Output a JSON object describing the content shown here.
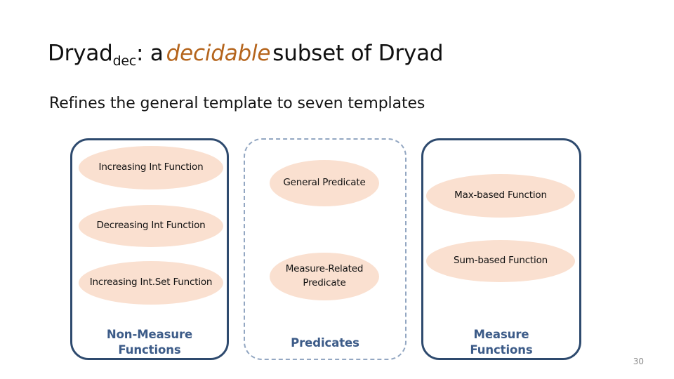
{
  "slide": {
    "title": {
      "base": "Dryad",
      "subscript": "dec",
      "after_subscript": ": a",
      "emphasis": "decidable",
      "tail": "subset of Dryad"
    },
    "subtitle": "Refines the general template to seven templates",
    "page_number": "30"
  },
  "colors": {
    "emphasis_orange": "#B5651D",
    "box_border_solid": "#2E4A6E",
    "box_border_dashed": "#93A7C2",
    "ellipse_fill": "#FAE0D0",
    "caption_blue": "#3C5B88",
    "page_number_gray": "#8C8C8C"
  },
  "groups": [
    {
      "id": "non-measure",
      "caption": "Non-Measure Functions",
      "caption_line1": "Non-Measure",
      "caption_line2": "Functions",
      "border_style": "solid",
      "items": [
        {
          "label": "Increasing Int Function"
        },
        {
          "label": "Decreasing Int Function"
        },
        {
          "label": "Increasing Int.Set Function"
        }
      ]
    },
    {
      "id": "predicates",
      "caption": "Predicates",
      "caption_line1": "Predicates",
      "caption_line2": "",
      "border_style": "dashed",
      "items": [
        {
          "label": "General Predicate"
        },
        {
          "label_line1": "Measure-Related",
          "label_line2": "Predicate"
        }
      ]
    },
    {
      "id": "measure",
      "caption": "Measure Functions",
      "caption_line1": "Measure",
      "caption_line2": "Functions",
      "border_style": "solid",
      "items": [
        {
          "label": "Max-based Function"
        },
        {
          "label": "Sum-based Function"
        }
      ]
    }
  ]
}
